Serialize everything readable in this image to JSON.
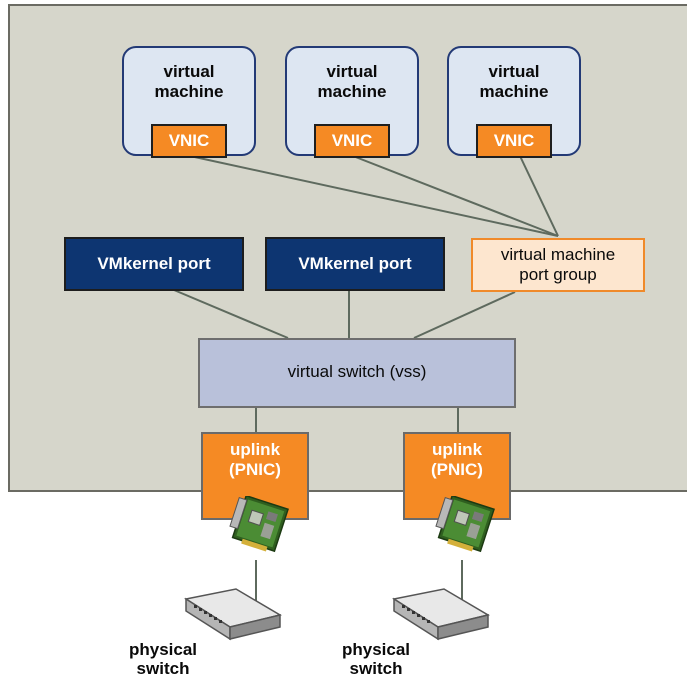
{
  "virtual_machines": [
    {
      "label": "virtual\nmachine",
      "nic": "VNIC"
    },
    {
      "label": "virtual\nmachine",
      "nic": "VNIC"
    },
    {
      "label": "virtual\nmachine",
      "nic": "VNIC"
    }
  ],
  "vmkernel_ports": [
    "VMkernel port",
    "VMkernel port"
  ],
  "port_group": "virtual machine\nport group",
  "virtual_switch": "virtual switch (vss)",
  "uplinks": [
    {
      "label": "uplink\n(PNIC)"
    },
    {
      "label": "uplink\n(PNIC)"
    }
  ],
  "physical_switches": [
    "physical\nswitch",
    "physical\nswitch"
  ],
  "colors": {
    "host_bg": "#d6d6cb",
    "vm_bg": "#dde6f2",
    "vm_border": "#233a76",
    "vnic": "#f58a24",
    "vmkernel": "#0d3571",
    "port_group_bg": "#fde6cf",
    "port_group_border": "#f08a2a",
    "vswitch": "#b9c1da",
    "uplink": "#f58a24",
    "line": "#5e6a5e"
  },
  "icons": [
    "nic-card-icon",
    "physical-switch-icon"
  ]
}
